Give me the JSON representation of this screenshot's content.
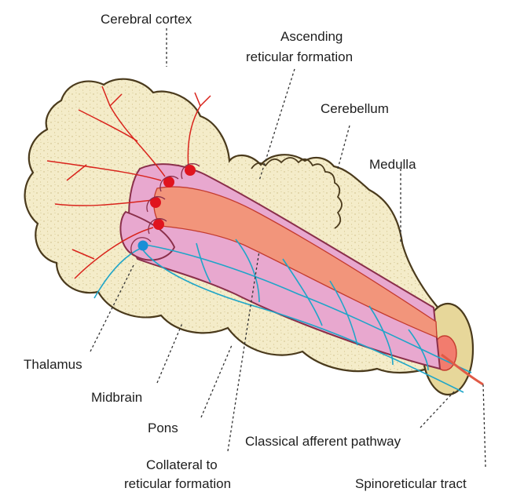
{
  "labels": {
    "cerebral_cortex": "Cerebral cortex",
    "ascending_rf_line1": "Ascending",
    "ascending_rf_line2": "reticular formation",
    "cerebellum": "Cerebellum",
    "medulla": "Medulla",
    "thalamus": "Thalamus",
    "midbrain": "Midbrain",
    "pons": "Pons",
    "classical_afferent": "Classical afferent pathway",
    "collateral_line1": "Collateral to",
    "collateral_line2": "reticular formation",
    "spinoreticular": "Spinoreticular tract"
  },
  "colors": {
    "brain_fill": "#f4ecc9",
    "brain_stroke": "#4a3a1c",
    "tract_pink": "#e8a8cf",
    "tract_salmon": "#f2957b",
    "red_fiber": "#d9241c",
    "blue_fiber": "#1ea5c8",
    "neuron_red": "#e0141e",
    "neuron_blue": "#1a8fd6"
  }
}
